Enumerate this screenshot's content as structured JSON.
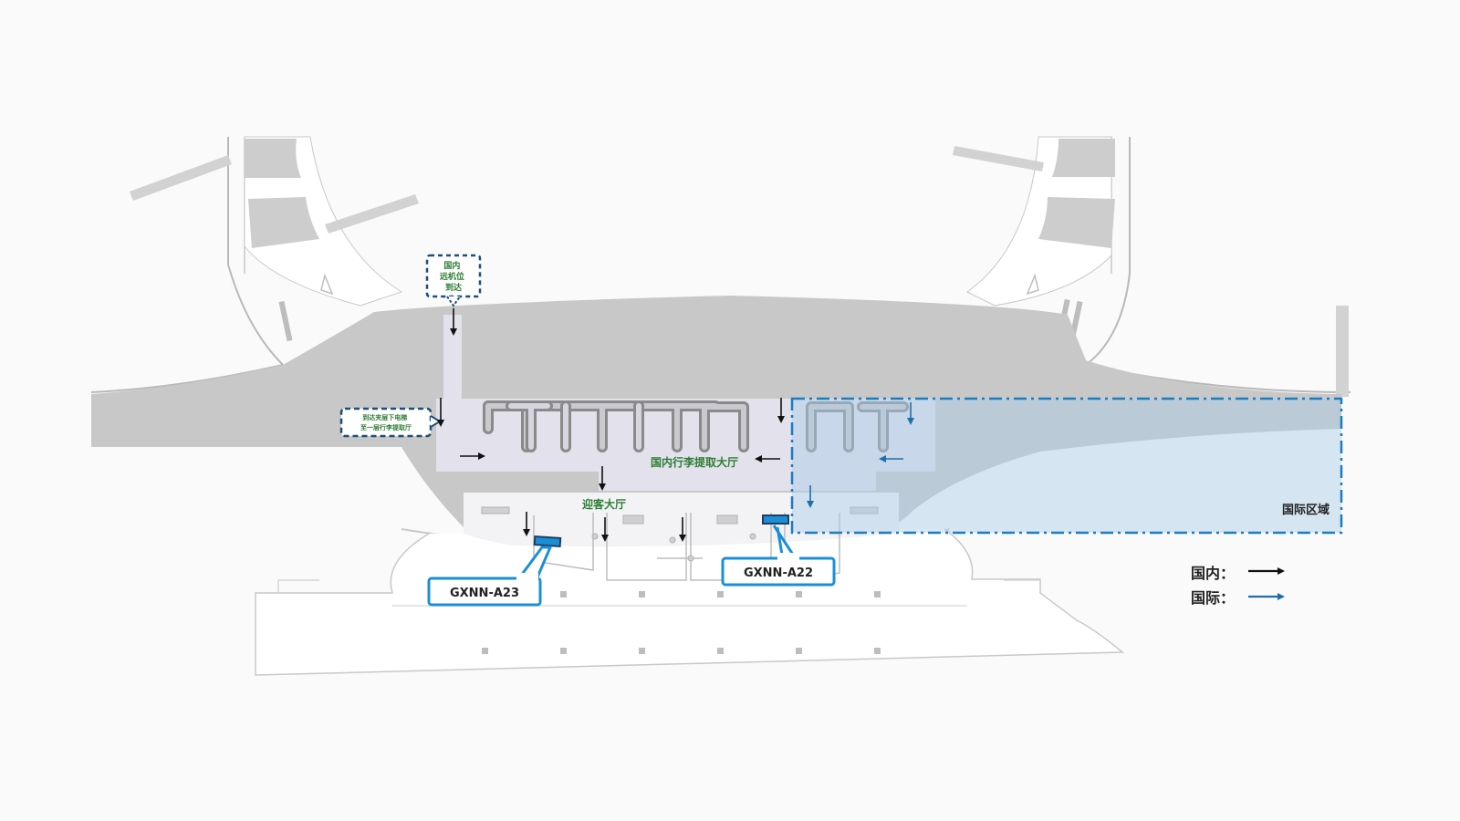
{
  "map": {
    "domestic_remote_arrival_label": [
      "国内",
      "远机位",
      "到达"
    ],
    "elevator_note_label": [
      "到达夹层下电梯",
      "至一层行李提取厅"
    ],
    "baggage_hall_label": "国内行李提取大厅",
    "greeting_hall_label": "迎客大厅",
    "international_zone_label": "国际区域",
    "gates": [
      {
        "id": "gxnn-a23",
        "label": "GXNN-A23"
      },
      {
        "id": "gxnn-a22",
        "label": "GXNN-A22"
      }
    ]
  },
  "legend": {
    "domestic_label": "国内：",
    "international_label": "国际：",
    "domestic_color": "#111111",
    "international_color": "#1f6fa8"
  },
  "colors": {
    "floor_gray": "#c8c8c8",
    "hall_lavender": "#e2e1ec",
    "accent_blue": "#1a8fd8",
    "intl_fill": "#bfdaee",
    "label_green": "#2e7d32",
    "dashed_navy": "#1e4e78"
  }
}
